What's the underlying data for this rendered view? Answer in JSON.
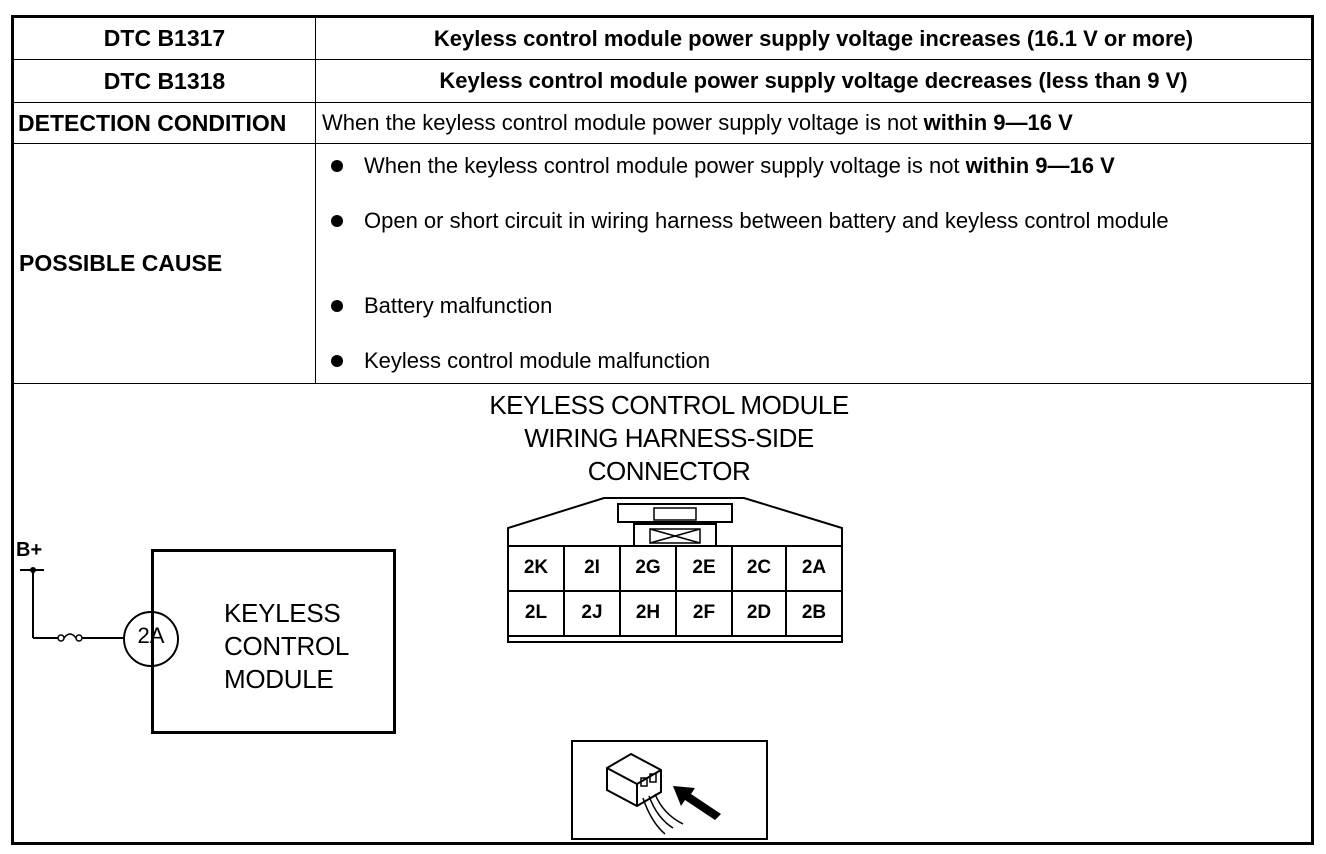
{
  "table": {
    "dtc1": {
      "code": "DTC B1317",
      "description": "Keyless control module power supply voltage increases (16.1 V or more)"
    },
    "dtc2": {
      "code": "DTC B1318",
      "description": "Keyless control module power supply voltage decreases (less than 9 V)"
    },
    "detection": {
      "label": "DETECTION CONDITION",
      "text": "When the keyless control module power supply voltage is not ",
      "bold": "within 9—16 V"
    },
    "possible_cause": {
      "label": "POSSIBLE CAUSE",
      "items": [
        {
          "text": "When the keyless control module power supply voltage is not ",
          "bold": "within 9—16 V"
        },
        {
          "text": "Open or short circuit in wiring harness between battery and keyless control module",
          "bold": ""
        },
        {
          "text": "Battery malfunction",
          "bold": ""
        },
        {
          "text": "Keyless control module malfunction",
          "bold": ""
        }
      ]
    }
  },
  "diagram": {
    "connector_title": [
      "KEYLESS CONTROL MODULE",
      "WIRING HARNESS-SIDE",
      "CONNECTOR"
    ],
    "supply_label": "B+",
    "pin_reference": "2A",
    "module_label": [
      "KEYLESS",
      "CONTROL",
      "MODULE"
    ],
    "pins_top": [
      "2K",
      "2I",
      "2G",
      "2E",
      "2C",
      "2A"
    ],
    "pins_bottom": [
      "2L",
      "2J",
      "2H",
      "2F",
      "2D",
      "2B"
    ],
    "icon": "harness-side-connector-view-icon"
  }
}
